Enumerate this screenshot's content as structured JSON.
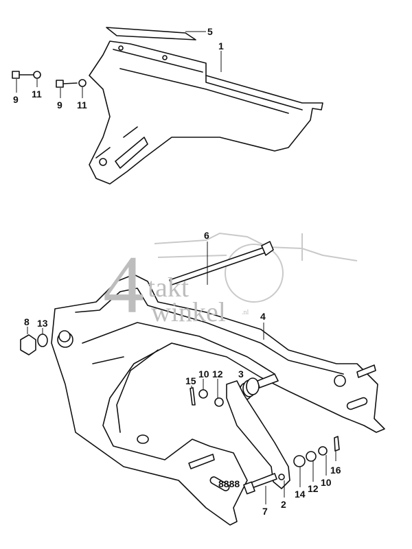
{
  "diagram": {
    "watermark": {
      "numeral": "4",
      "line1": "takt",
      "line2": "winkel",
      "suffix": ".nl"
    },
    "callouts": [
      {
        "id": "c5",
        "text": "5",
        "part": "chain-case-seal"
      },
      {
        "id": "c1",
        "text": "1",
        "part": "chain-case"
      },
      {
        "id": "c9a",
        "text": "9",
        "part": "bolt"
      },
      {
        "id": "c11a",
        "text": "11",
        "part": "washer"
      },
      {
        "id": "c9b",
        "text": "9",
        "part": "bolt"
      },
      {
        "id": "c11b",
        "text": "11",
        "part": "washer"
      },
      {
        "id": "c6",
        "text": "6",
        "part": "pivot-bolt"
      },
      {
        "id": "c4",
        "text": "4",
        "part": "swingarm"
      },
      {
        "id": "c13",
        "text": "13",
        "part": "washer"
      },
      {
        "id": "c8",
        "text": "8",
        "part": "nut"
      },
      {
        "id": "c15",
        "text": "15",
        "part": "cotter-pin"
      },
      {
        "id": "c10a",
        "text": "10",
        "part": "nut"
      },
      {
        "id": "c12a",
        "text": "12",
        "part": "washer"
      },
      {
        "id": "c3",
        "text": "3",
        "part": "spring"
      },
      {
        "id": "c16",
        "text": "16",
        "part": "cotter-pin"
      },
      {
        "id": "c10b",
        "text": "10",
        "part": "nut"
      },
      {
        "id": "c12b",
        "text": "12",
        "part": "washer"
      },
      {
        "id": "c14",
        "text": "14",
        "part": "washer"
      },
      {
        "id": "c2",
        "text": "2",
        "part": "torque-link"
      },
      {
        "id": "c7",
        "text": "7",
        "part": "bolt"
      }
    ],
    "tick_marks": "8888"
  }
}
